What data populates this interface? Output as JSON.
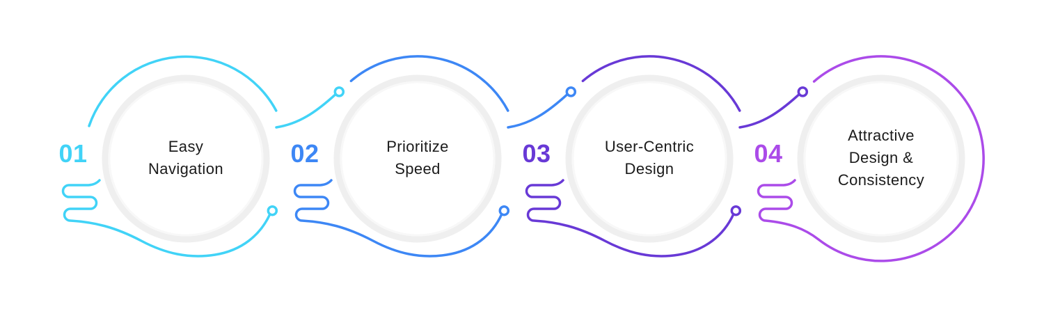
{
  "page": {
    "background": "#ffffff"
  },
  "infographic": {
    "ring_color": "#efefef",
    "ring_halo_color": "#f8f8f8",
    "title_color": "#1b1b1b",
    "steps": [
      {
        "number": "01",
        "title": "Easy\nNavigation",
        "color": "#41d3f7"
      },
      {
        "number": "02",
        "title": "Prioritize\nSpeed",
        "color": "#3d87f5"
      },
      {
        "number": "03",
        "title": "User-Centric\nDesign",
        "color": "#6839d6"
      },
      {
        "number": "04",
        "title": "Attractive\nDesign &\nConsistency",
        "color": "#ab4be9"
      }
    ]
  }
}
